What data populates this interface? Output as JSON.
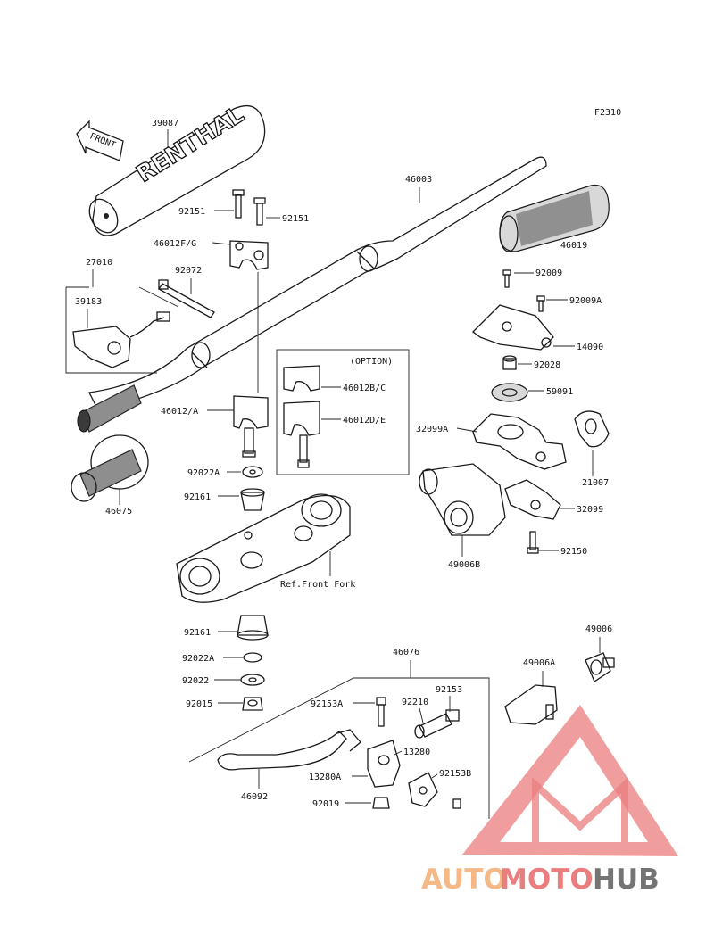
{
  "figure_code": "F2310",
  "front_label": "FRONT",
  "brand_text": "RENTHAL",
  "option_label": "(OPTION)",
  "ref_label": "Ref.Front Fork",
  "parts": {
    "p39087": "39087",
    "p92151a": "92151",
    "p92151b": "92151",
    "p46003": "46003",
    "p46019": "46019",
    "p46012fg": "46012F/G",
    "p27010": "27010",
    "p92072": "92072",
    "p39183": "39183",
    "p92009": "92009",
    "p92009a": "92009A",
    "p14090": "14090",
    "p92028": "92028",
    "p59091": "59091",
    "p46012bc": "46012B/C",
    "p46012de": "46012D/E",
    "p46012a": "46012/A",
    "p32099a": "32099A",
    "p21007": "21007",
    "p92022a_1": "92022A",
    "p92161_1": "92161",
    "p46075": "46075",
    "p32099": "32099",
    "p49006b": "49006B",
    "p92150": "92150",
    "p92161_2": "92161",
    "p92022a_2": "92022A",
    "p92022": "92022",
    "p92015": "92015",
    "p46076": "46076",
    "p49006": "49006",
    "p49006a": "49006A",
    "p92153": "92153",
    "p92153a": "92153A",
    "p92210": "92210",
    "p13280": "13280",
    "p13280a": "13280A",
    "p92153b": "92153B",
    "p92019": "92019",
    "p46092": "46092"
  },
  "watermark": {
    "a": "AUTO",
    "m": "MOTO",
    "h": "HUB"
  },
  "colors": {
    "watermark_red": "#e86f6f",
    "watermark_orange": "#f3b27a",
    "watermark_gray": "#666666"
  }
}
